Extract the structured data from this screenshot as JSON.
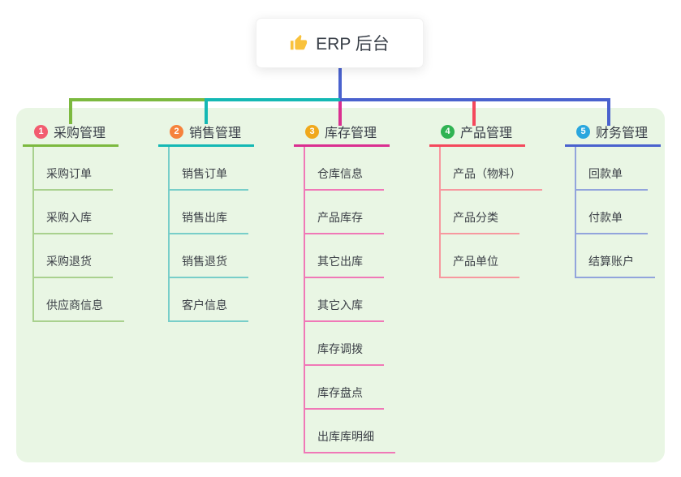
{
  "root": {
    "label": "ERP 后台",
    "icon": "thumbs-up-icon",
    "icon_color": "#F9C23C"
  },
  "panel": {
    "bg": "#E9F6E4"
  },
  "branches": [
    {
      "index": "1",
      "label": "采购管理",
      "badge_color": "#F25C6F",
      "line_color": "#7CB93F",
      "light_color": "#A9D18E",
      "items": [
        "采购订单",
        "采购入库",
        "采购退货",
        "供应商信息"
      ]
    },
    {
      "index": "2",
      "label": "销售管理",
      "badge_color": "#F6823B",
      "line_color": "#14B8B4",
      "light_color": "#78CEC9",
      "items": [
        "销售订单",
        "销售出库",
        "销售退货",
        "客户信息"
      ]
    },
    {
      "index": "3",
      "label": "库存管理",
      "badge_color": "#F0A81C",
      "line_color": "#DA2F90",
      "light_color": "#F078B7",
      "items": [
        "仓库信息",
        "产品库存",
        "其它出库",
        "其它入库",
        "库存调拨",
        "库存盘点",
        "出库库明细"
      ]
    },
    {
      "index": "4",
      "label": "产品管理",
      "badge_color": "#30B353",
      "line_color": "#F4485C",
      "light_color": "#F7989F",
      "items": [
        "产品（物料）",
        "产品分类",
        "产品单位"
      ]
    },
    {
      "index": "5",
      "label": "财务管理",
      "badge_color": "#29A6DE",
      "line_color": "#4A62CE",
      "light_color": "#92A4DC",
      "items": [
        "回款单",
        "付款单",
        "结算账户"
      ]
    }
  ]
}
